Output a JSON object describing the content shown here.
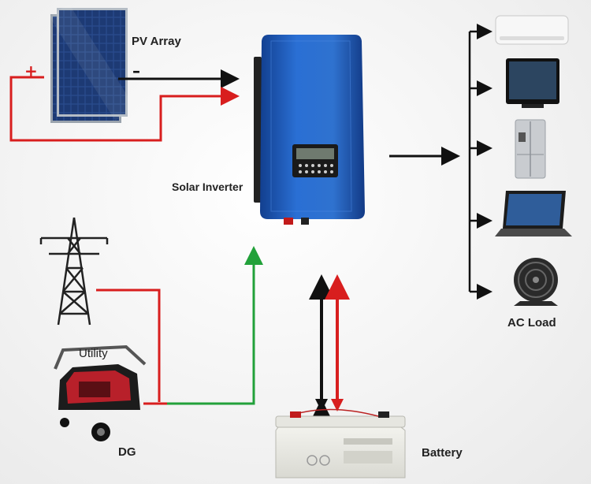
{
  "labels": {
    "pv_array": "PV Array",
    "solar_inverter": "Solar Inverter",
    "ac_load": "AC Load",
    "utility": "Utility",
    "dg": "DG",
    "battery": "Battery"
  },
  "polarity": {
    "plus": "+",
    "minus": "–"
  },
  "colors": {
    "positive_wire": "#d81e1e",
    "negative_wire": "#111111",
    "generator_output": "#22a13a",
    "inverter_body": "#1f5fc0",
    "solar_cell": "#1e3d7a"
  },
  "icons": {
    "pv": "solar-panel-icon",
    "inverter": "inverter-icon",
    "tower": "transmission-tower-icon",
    "generator": "generator-icon",
    "battery": "battery-icon",
    "loads": [
      "air-conditioner-icon",
      "tv-icon",
      "refrigerator-icon",
      "laptop-icon",
      "fan-icon"
    ]
  }
}
